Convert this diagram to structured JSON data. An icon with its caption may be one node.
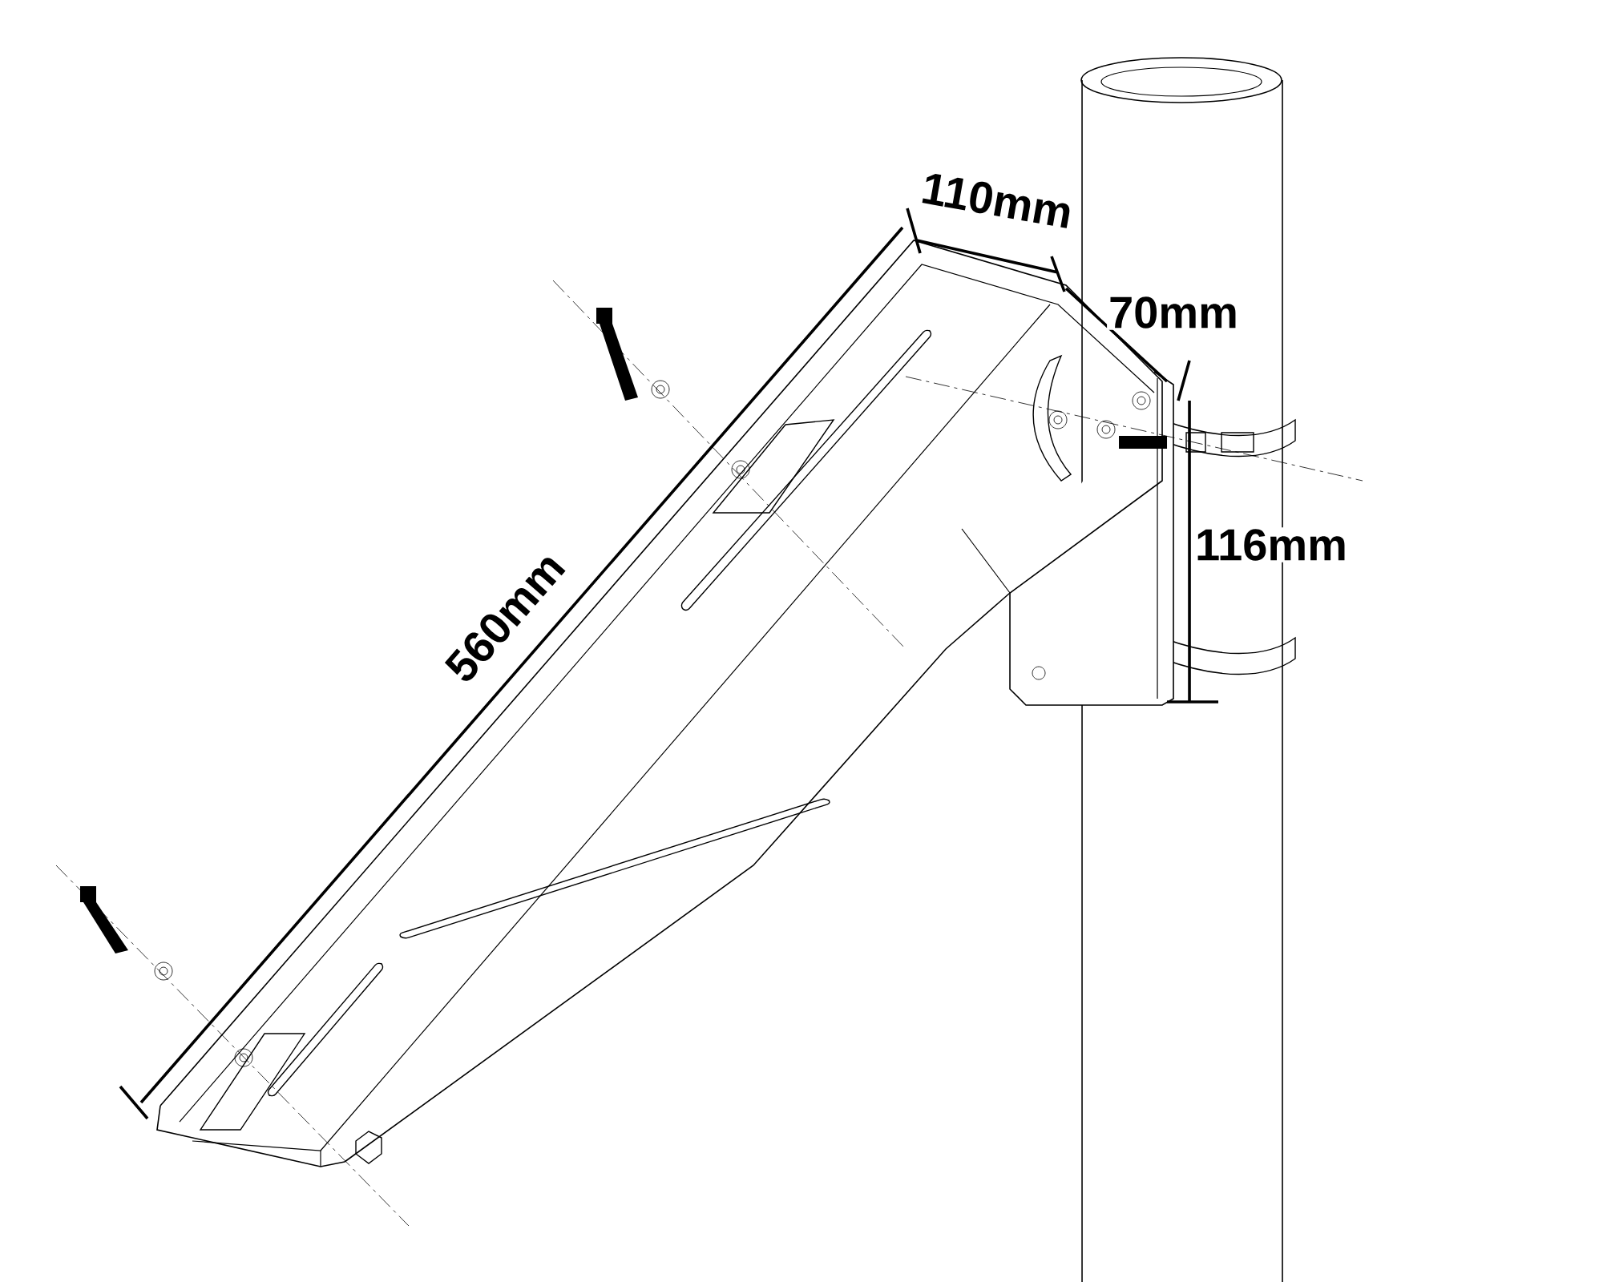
{
  "diagram": {
    "labels": [
      "110mm",
      "70mm",
      "116mm",
      "560mm"
    ]
  }
}
